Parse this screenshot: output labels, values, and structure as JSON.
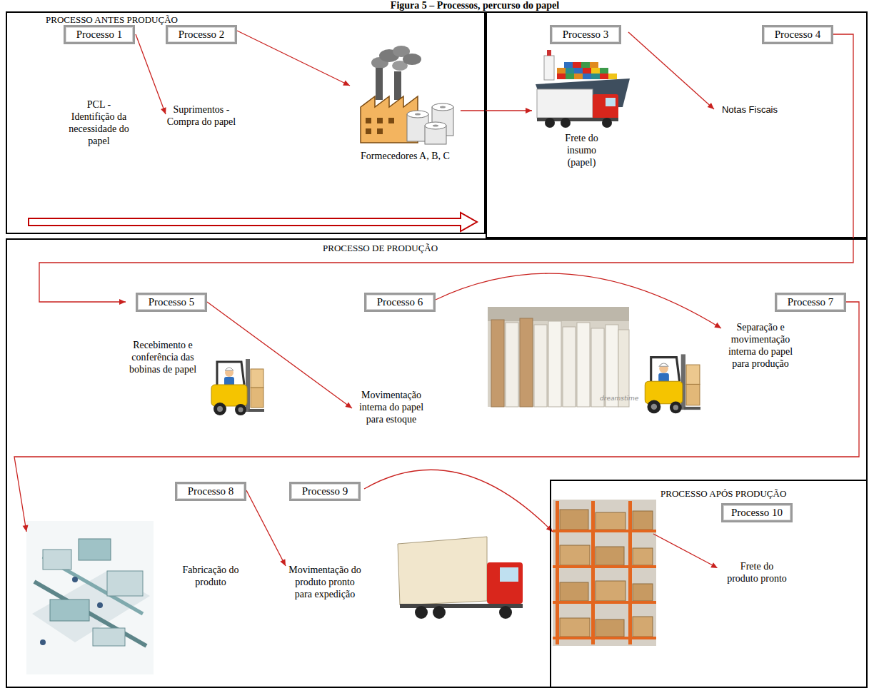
{
  "diagram": {
    "title": "Figura 5 – Processos, percurso do papel",
    "nodes": [
      {
        "text": [
          "PROCESSO ANTES PRODUÇÃO"
        ]
      },
      {
        "text": [
          "Processo 1",
          "PCL - Identifição da necessidade do papel"
        ],
        "in": 0
      },
      {
        "text": [
          "Processo 2",
          "Suprimentos - Compra do papel"
        ],
        "in": 0
      },
      {
        "text": [
          "Formecedores A, B, C"
        ],
        "in": 0
      },
      {
        "text": [
          "Processo 3",
          "Frete do insumo (papel)"
        ]
      },
      {
        "text": [
          "Processo 4",
          "Notas Fiscais"
        ]
      },
      {
        "text": [
          "PROCESSO DE PRODUÇÃO"
        ]
      },
      {
        "text": [
          "Processo 5",
          "Recebimento e conferência das bobinas de papel"
        ],
        "in": 6
      },
      {
        "text": [
          "Processo 6",
          "Movimentação interna do papel para estoque"
        ],
        "in": 6
      },
      {
        "text": [
          "Processo 7",
          "Separação e movimentação interna do papel para produção"
        ],
        "in": 6
      },
      {
        "text": [
          "Processo 8",
          "Fabricação do produto"
        ],
        "in": 6
      },
      {
        "text": [
          "Processo 9",
          "Movimentação do produto pronto para expedição"
        ],
        "in": 6
      },
      {
        "text": [
          "PROCESSO APÓS PRODUÇÃO"
        ],
        "in": 6
      },
      {
        "text": [
          "Processo 10",
          "Frete do produto pronto"
        ],
        "in": 12
      }
    ],
    "edges": [
      {
        "from": 1,
        "to": 2,
        "arrow": "to"
      },
      {
        "from": 2,
        "to": 3,
        "arrow": "to"
      },
      {
        "from": 3,
        "to": 4,
        "arrow": "to"
      },
      {
        "from": 4,
        "to": 5,
        "arrow": "to"
      },
      {
        "from": 5,
        "to": 7,
        "arrow": "to"
      },
      {
        "from": 7,
        "to": 8,
        "arrow": "to"
      },
      {
        "from": 8,
        "to": 9,
        "arrow": "to"
      },
      {
        "from": 9,
        "to": 10,
        "arrow": "to"
      },
      {
        "from": 10,
        "to": 11,
        "arrow": "to"
      },
      {
        "from": 11,
        "to": 13,
        "arrow": "to"
      }
    ],
    "labels": [
      "dreamstime"
    ]
  }
}
